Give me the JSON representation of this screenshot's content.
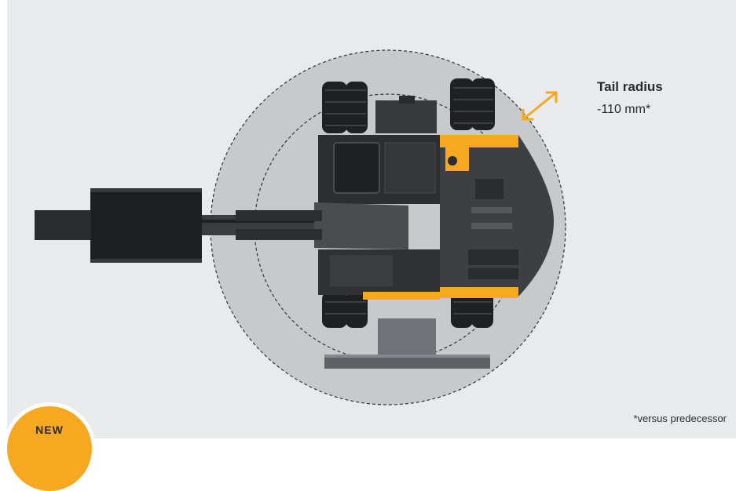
{
  "callout": {
    "title": "Tail radius",
    "value": "-110 mm*"
  },
  "footnote": "*versus predecessor",
  "badge": {
    "label": "NEW"
  },
  "colors": {
    "background": "#e9eaec",
    "radius_area": "#c7c9cb",
    "accent": "#f6a821",
    "machine_dark": "#2f3134"
  },
  "icons": [
    "double-headed-arrow-icon"
  ]
}
